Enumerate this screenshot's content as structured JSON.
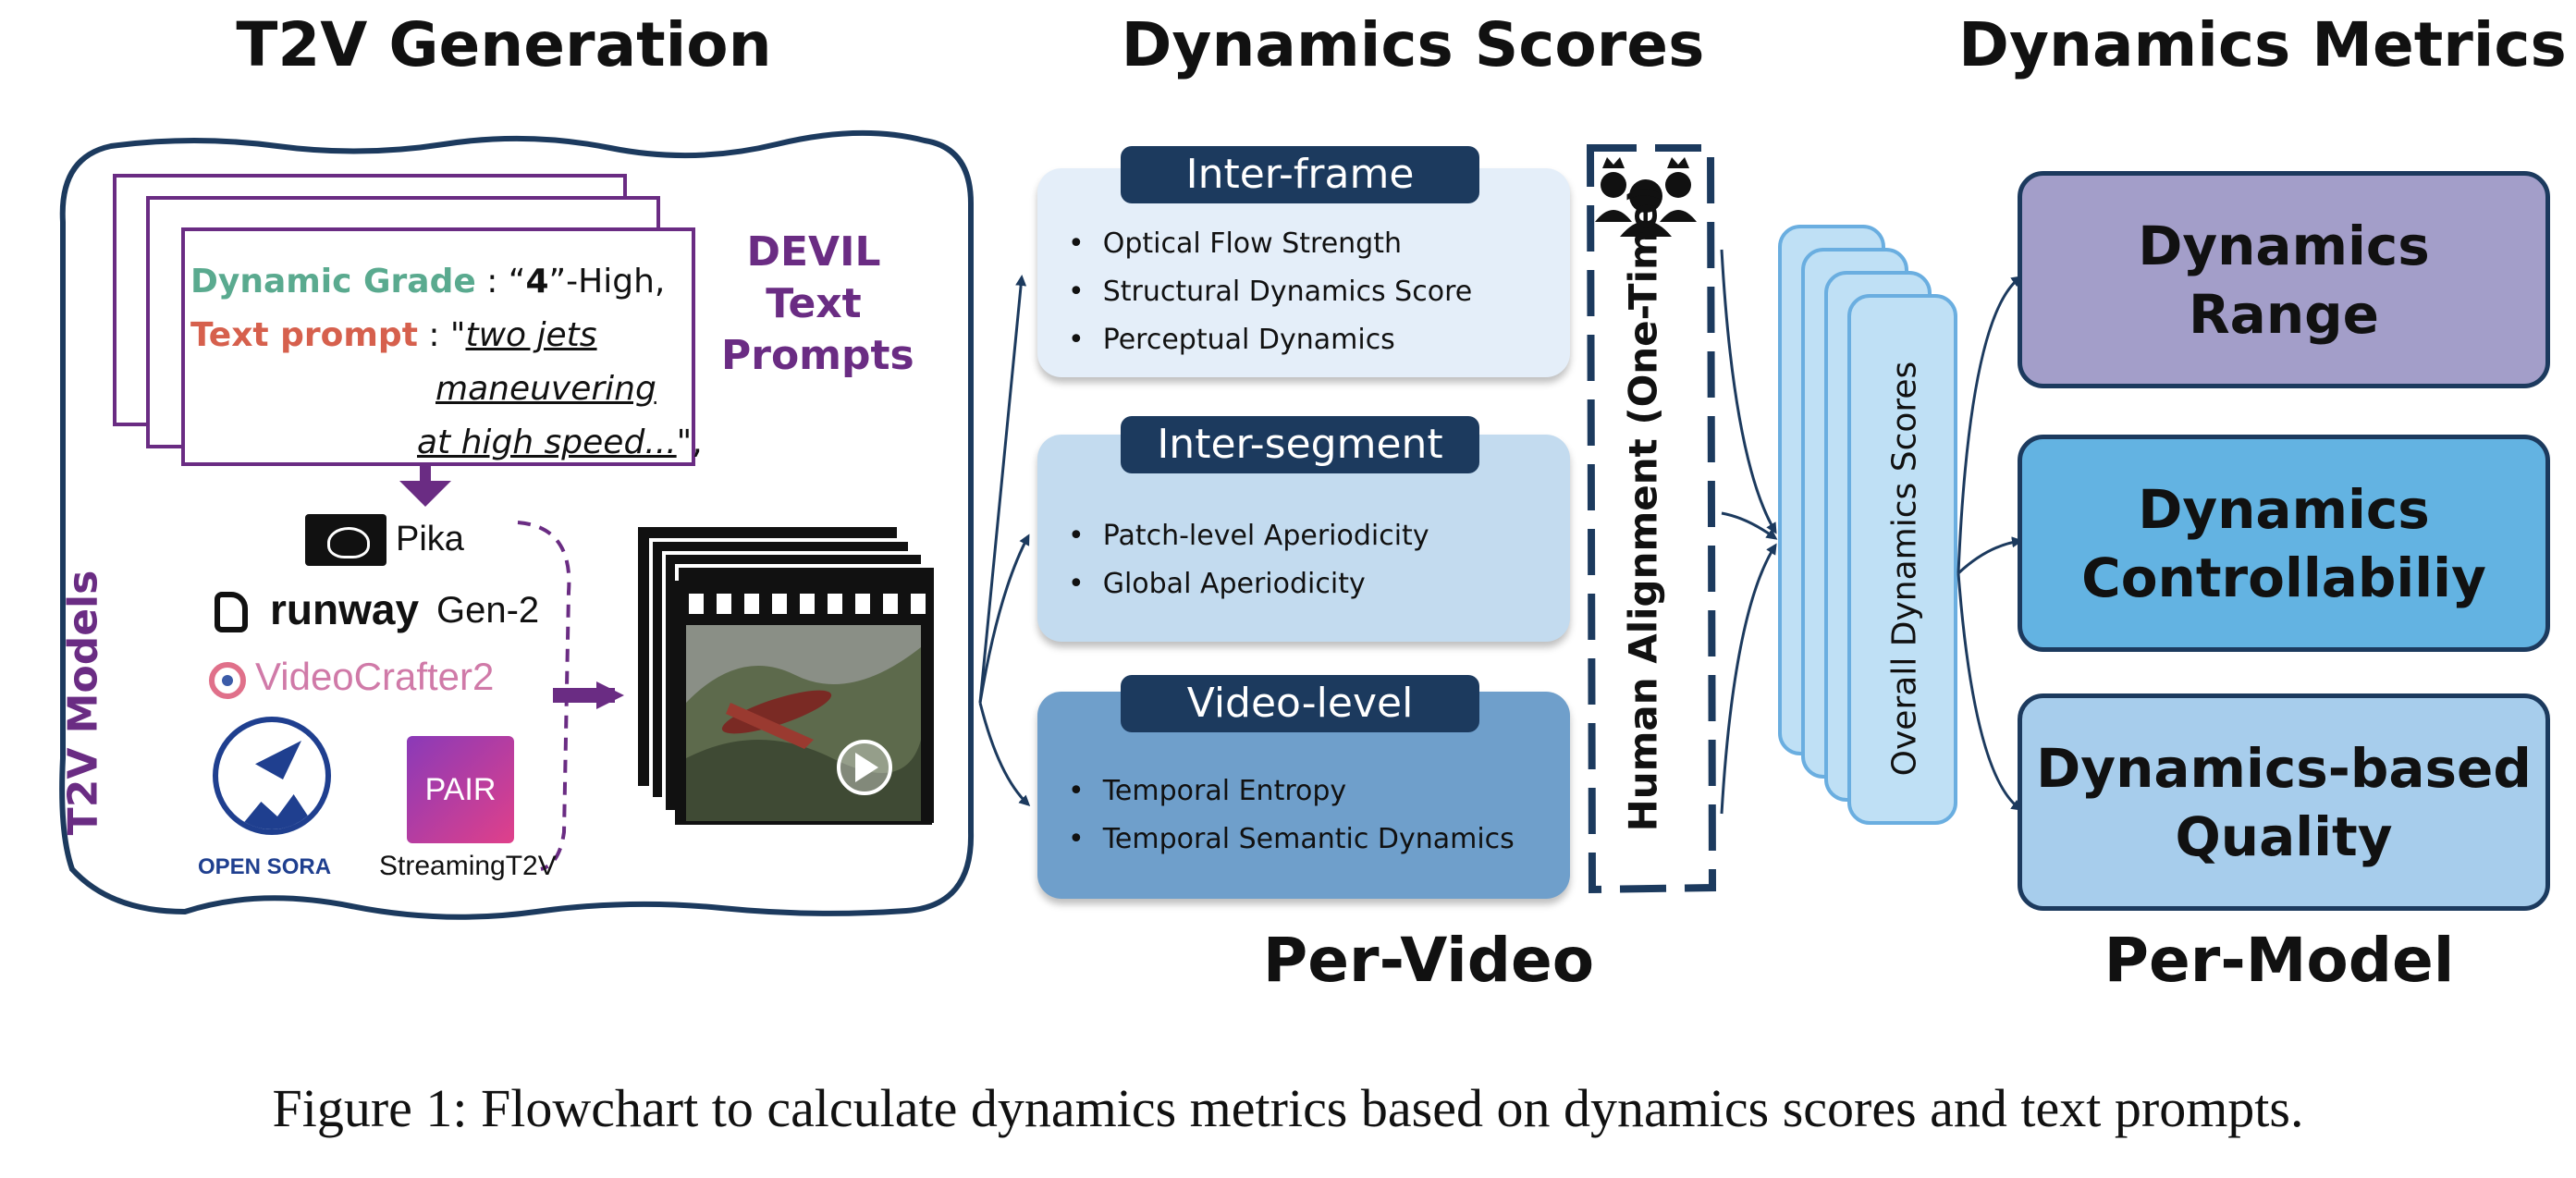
{
  "headings": {
    "generation": "T2V Generation",
    "scores": "Dynamics Scores",
    "metrics": "Dynamics Metrics"
  },
  "prompt": {
    "grade_key": "Dynamic Grade",
    "grade_sep": " : “",
    "grade_value": "4",
    "grade_rest": "”-High,",
    "prompt_key": "Text prompt",
    "prompt_sep": " : \"",
    "prompt_line1": "two jets",
    "prompt_line2": "maneuvering",
    "prompt_line3": "at high speed...",
    "prompt_end": "\","
  },
  "devil_label": [
    "DEVIL",
    "Text",
    "Prompts"
  ],
  "t2v_models_label": "T2V Models",
  "models": {
    "pika": "Pika",
    "runway": "runway",
    "runway_suffix": "Gen-2",
    "videocrafter": "VideoCrafter2",
    "opensora": "OPEN SORA",
    "pair": "PAIR",
    "streaming": "StreamingT2V"
  },
  "score_groups": [
    {
      "label": "Inter-frame",
      "items": [
        "Optical Flow Strength",
        "Structural Dynamics Score",
        "Perceptual Dynamics"
      ]
    },
    {
      "label": "Inter-segment",
      "items": [
        "Patch-level Aperiodicity",
        "Global Aperiodicity"
      ]
    },
    {
      "label": "Video-level",
      "items": [
        "Temporal Entropy",
        "Temporal Semantic Dynamics"
      ]
    }
  ],
  "human_alignment": "Human Alignment (One-Time)",
  "overall_scores": "Overall Dynamics Scores",
  "metrics": [
    {
      "label": "Dynamics\nRange",
      "color": "#a39ec9"
    },
    {
      "label": "Dynamics\nControllabiliy",
      "color": "#63b3e2"
    },
    {
      "label": "Dynamics-based\nQuality",
      "color": "#a7cdec"
    }
  ],
  "per_video": "Per-Video",
  "per_model": "Per-Model",
  "caption": "Figure 1: Flowchart to calculate dynamics metrics based on dynamics scores and text prompts.",
  "colors": {
    "purple": "#6a2c83",
    "navy": "#1c3a5e",
    "card1": "#e4eef9",
    "card2": "#c3dbef",
    "card3": "#6f9fcb",
    "overall": "#bfe0f5"
  }
}
